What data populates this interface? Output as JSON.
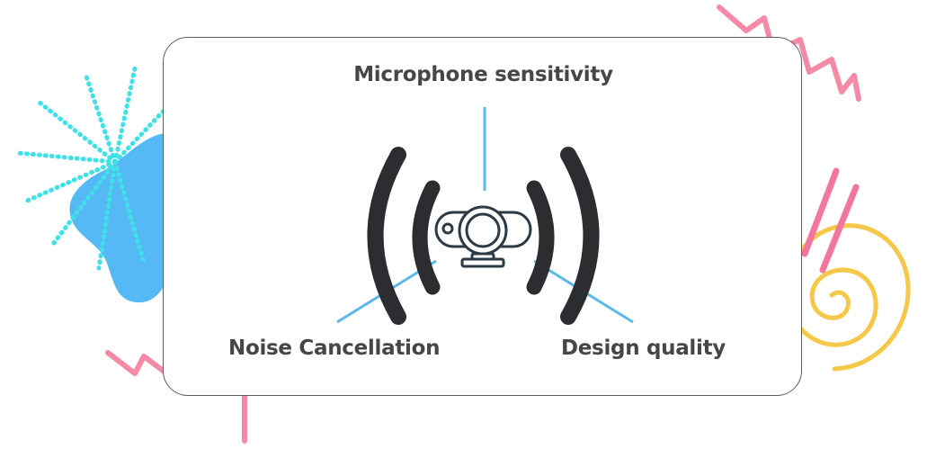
{
  "diagram": {
    "top_label": "Microphone sensitivity",
    "left_label": "Noise Cancellation",
    "right_label": "Design quality",
    "center_icon": "webcam-icon"
  },
  "colors": {
    "connector": "#5ab8ec",
    "brackets": "#2b2d31",
    "card_border": "#5d5d5d",
    "label_text": "#464646",
    "blob_blue": "#55b9f5",
    "dots_cyan": "#3fe0e6",
    "zigzag_pink": "#f48aa6",
    "spiral_yellow": "#f5c84a",
    "stripes_pink": "#f2779c"
  }
}
